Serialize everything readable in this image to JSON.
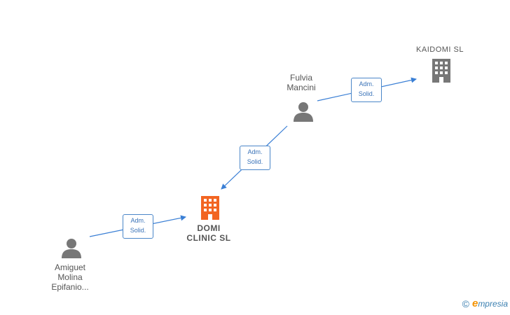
{
  "nodes": {
    "kaidomi": {
      "label": "KAIDOMI  SL",
      "type": "company",
      "color": "#777777"
    },
    "fulvia": {
      "label": "Fulvia\nMancini",
      "type": "person",
      "color": "#777777"
    },
    "domi": {
      "label": "DOMI\nCLINIC  SL",
      "type": "company",
      "color": "#f26522"
    },
    "amiguet": {
      "label": "Amiguet\nMolina\nEpifanio...",
      "type": "person",
      "color": "#777777"
    }
  },
  "edges": [
    {
      "from": "fulvia",
      "to": "kaidomi",
      "label": "Adm.\nSolid."
    },
    {
      "from": "fulvia",
      "to": "domi",
      "label": "Adm.\nSolid."
    },
    {
      "from": "amiguet",
      "to": "domi",
      "label": "Adm.\nSolid."
    }
  ],
  "colors": {
    "edge": "#3a7fd5",
    "edge_label_border": "#4a86c8"
  },
  "watermark": {
    "copyright": "©",
    "brand_e": "e",
    "brand_rest": "mpresia"
  }
}
